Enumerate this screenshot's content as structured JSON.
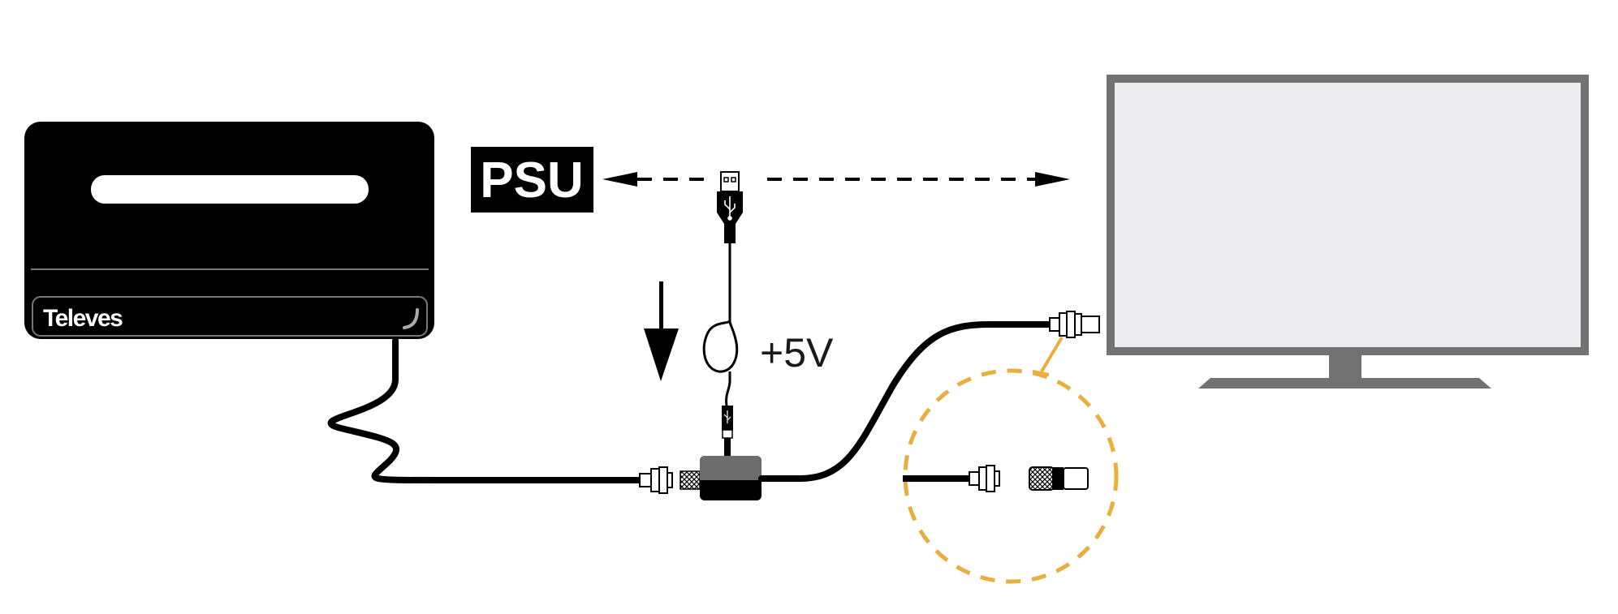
{
  "antenna": {
    "brand": "Televes"
  },
  "psu": {
    "label": "PSU"
  },
  "power": {
    "label": "+5V"
  },
  "colors": {
    "device": "#000000",
    "tv_frame": "#727272",
    "tv_screen": "#ececee",
    "detail_circle": "#e8ae3e",
    "injector_top": "#6d6d6d"
  }
}
